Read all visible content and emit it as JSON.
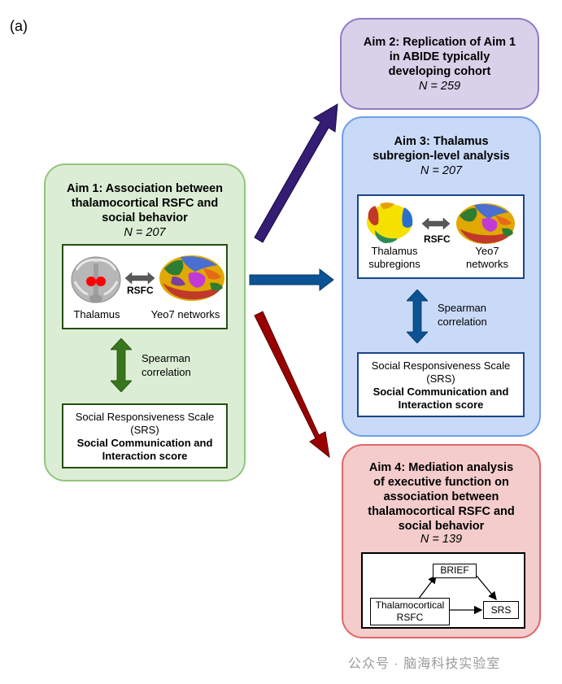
{
  "panel_label": "(a)",
  "aim1": {
    "title_lines": [
      "Aim 1: Association between",
      "thalamocortical RSFC and",
      "social behavior"
    ],
    "n": "N = 207",
    "left_label": "Thalamus",
    "right_label": "Yeo7 networks",
    "arrow_label": "RSFC",
    "correlation_lines": [
      "Spearman",
      "correlation"
    ],
    "srs_lines": [
      "Social Responsiveness Scale",
      "(SRS)"
    ],
    "srs_bold_lines": [
      "Social Communication and",
      "Interaction score"
    ]
  },
  "aim2": {
    "title_lines": [
      "Aim 2: Replication of Aim 1",
      "in ABIDE typically",
      "developing cohort"
    ],
    "n": "N = 259"
  },
  "aim3": {
    "title_lines": [
      "Aim 3: Thalamus",
      "subregion-level analysis"
    ],
    "n": "N = 207",
    "left_label_lines": [
      "Thalamus",
      "subregions"
    ],
    "right_label_lines": [
      "Yeo7",
      "networks"
    ],
    "arrow_label": "RSFC",
    "correlation_lines": [
      "Spearman",
      "correlation"
    ],
    "srs_lines": [
      "Social Responsiveness Scale",
      "(SRS)"
    ],
    "srs_bold_lines": [
      "Social Communication and",
      "Interaction score"
    ]
  },
  "aim4": {
    "title_lines": [
      "Aim 4: Mediation analysis",
      "of executive function on",
      "association between",
      "thalamocortical RSFC and",
      "social behavior"
    ],
    "n": "N = 139",
    "node_brief": "BRIEF",
    "node_thal_lines": [
      "Thalamocortical",
      "RSFC"
    ],
    "node_srs": "SRS"
  },
  "watermark": "公众号 · 脑海科技实验室",
  "colors": {
    "aim1_fill": "#dbeed5",
    "aim2_fill": "#d9d0e9",
    "aim3_fill": "#c9daf8",
    "aim4_fill": "#f4cccc",
    "arrow_purple": "#351c75",
    "arrow_blue": "#0b5394",
    "arrow_red": "#990000",
    "arrow_green": "#38761d"
  }
}
